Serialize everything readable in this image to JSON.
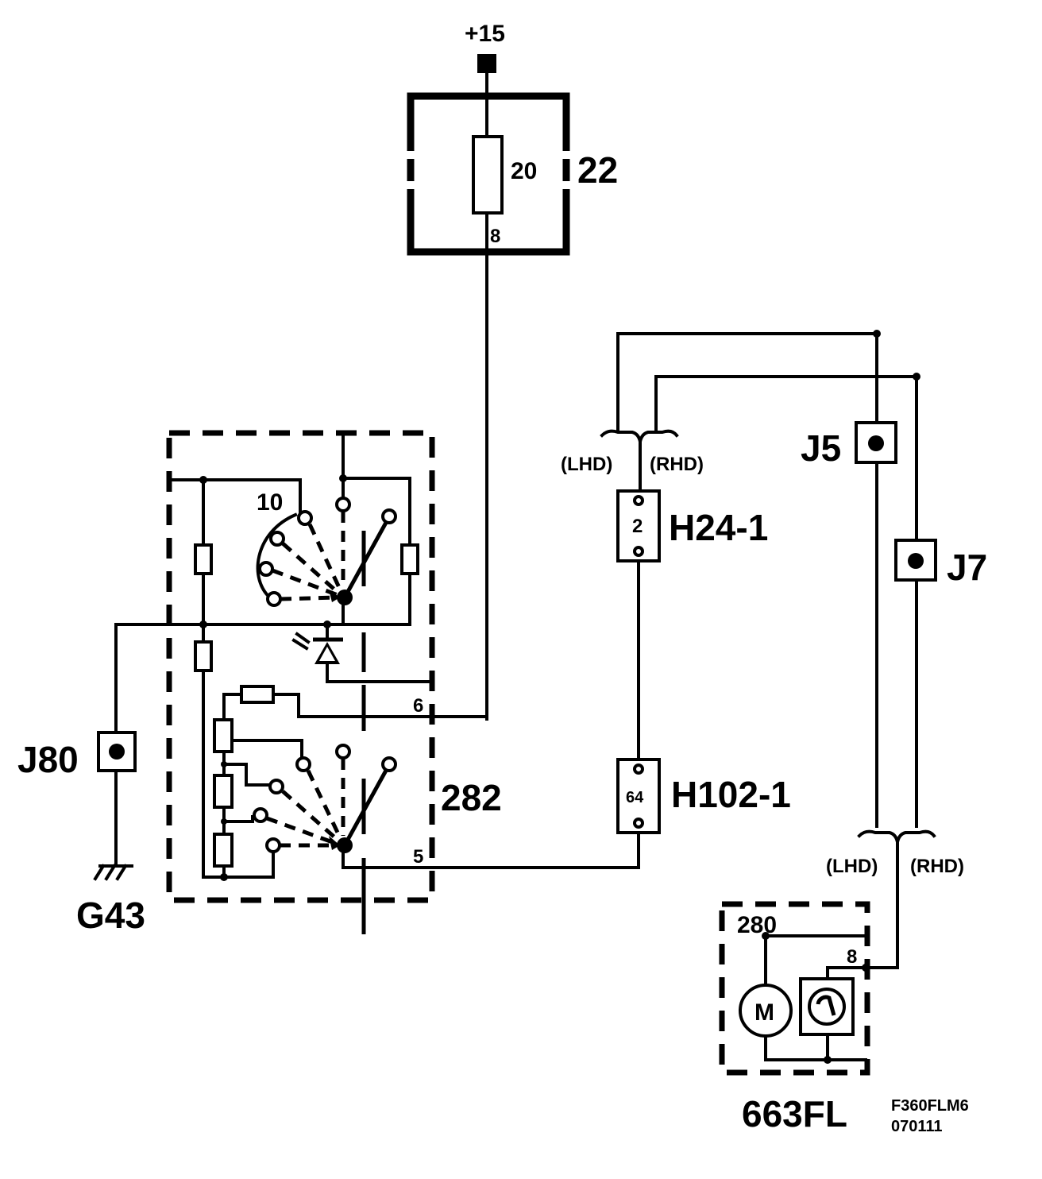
{
  "labels": {
    "supply": "+15",
    "fuse_box_id": "22",
    "fuse_rating": "20",
    "fuse_pin": "8",
    "switch_module_id": "282",
    "switch_position": "10",
    "switch_pin_6": "6",
    "switch_pin_5": "5",
    "splice_j80": "J80",
    "ground": "G43",
    "connector_h24": "H24-1",
    "connector_h24_pin": "2",
    "connector_h102": "H102-1",
    "connector_h102_pin": "64",
    "splice_j5": "J5",
    "splice_j7": "J7",
    "branch_top_lhd": "(LHD)",
    "branch_top_rhd": "(RHD)",
    "branch_bottom_lhd": "(LHD)",
    "branch_bottom_rhd": "(RHD)",
    "motor_module_id": "663FL",
    "motor_pin_280": "280",
    "motor_pin_8": "8",
    "motor_symbol": "M",
    "drawing_code": "F360FLM6",
    "drawing_date": "070111"
  }
}
